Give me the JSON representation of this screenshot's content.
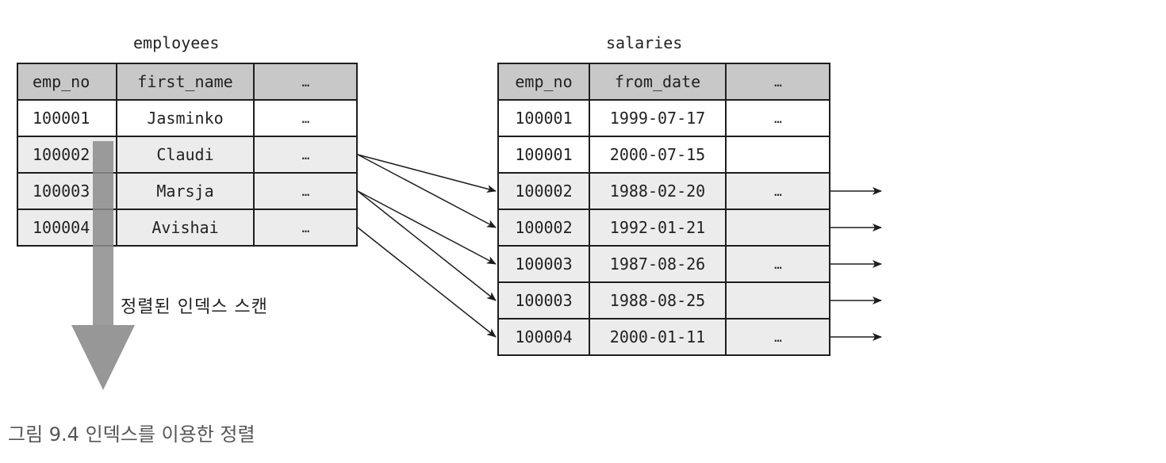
{
  "employees": {
    "title": "employees",
    "columns": [
      "emp_no",
      "first_name",
      "…"
    ],
    "rows": [
      [
        "100001",
        "Jasminko",
        "…"
      ],
      [
        "100002",
        "Claudi",
        "…"
      ],
      [
        "100003",
        "Marsja",
        "…"
      ],
      [
        "100004",
        "Avishai",
        "…"
      ]
    ]
  },
  "salaries": {
    "title": "salaries",
    "columns": [
      "emp_no",
      "from_date",
      "…"
    ],
    "rows": [
      [
        "100001",
        "1999-07-17",
        "…"
      ],
      [
        "100001",
        "2000-07-15",
        ""
      ],
      [
        "100002",
        "1988-02-20",
        "…"
      ],
      [
        "100002",
        "1992-01-21",
        ""
      ],
      [
        "100003",
        "1987-08-26",
        "…"
      ],
      [
        "100003",
        "1988-08-25",
        ""
      ],
      [
        "100004",
        "2000-01-11",
        "…"
      ]
    ]
  },
  "scan_label": "정렬된 인덱스 스캔",
  "caption": "그림 9.4 인덱스를 이용한 정렬",
  "colors": {
    "header_bg": "#c8c8c8",
    "shaded_row_bg": "#ececec",
    "scan_arrow": "#8c8c8c",
    "border": "#1e1e1e"
  }
}
